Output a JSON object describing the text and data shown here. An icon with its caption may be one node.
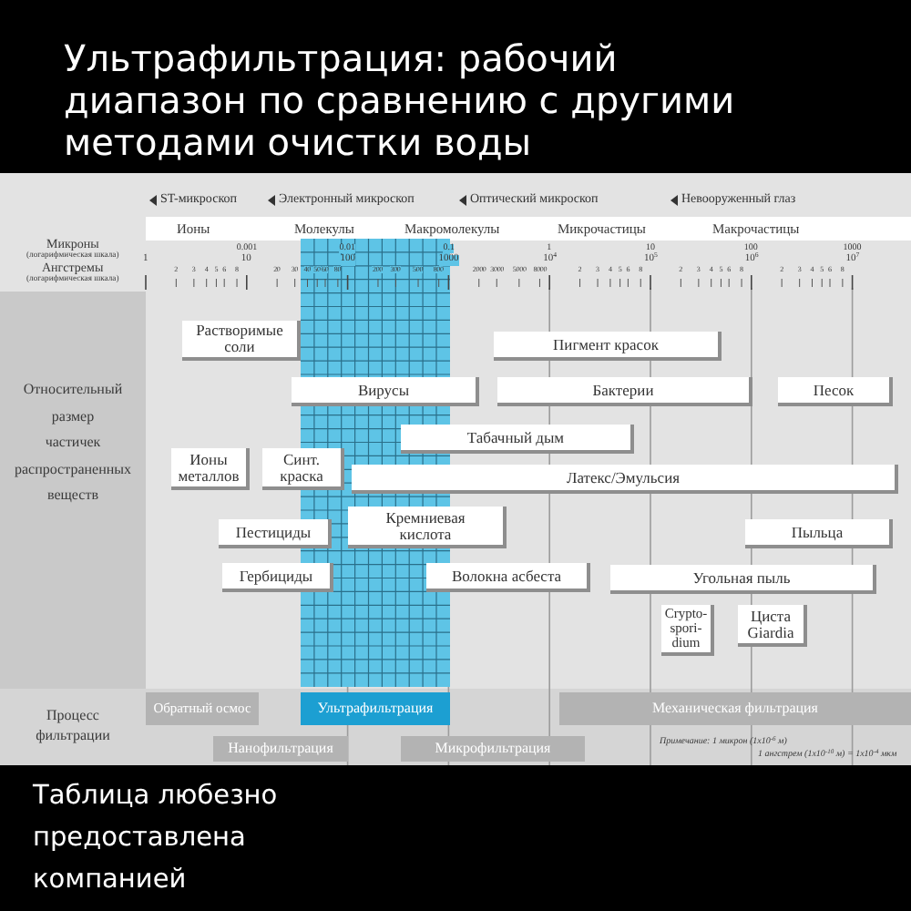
{
  "diagram": {
    "title": "Ультрафильтрация: рабочий диапазон по сравнению с другими методами очистки воды",
    "nodes": [
      {
        "text": [
          "Растворимые соли"
        ]
      },
      {
        "text": [
          "Пигмент красок"
        ]
      },
      {
        "text": [
          "Вирусы"
        ]
      },
      {
        "text": [
          "Бактерии"
        ]
      },
      {
        "text": [
          "Песок"
        ]
      },
      {
        "text": [
          "Табачный дым"
        ]
      },
      {
        "text": [
          "Ионы металлов"
        ]
      },
      {
        "text": [
          "Синт. краска"
        ]
      },
      {
        "text": [
          "Латекс/Эмульсия"
        ]
      },
      {
        "text": [
          "Пестициды"
        ]
      },
      {
        "text": [
          "Кремниевая кислота"
        ]
      },
      {
        "text": [
          "Пыльца"
        ]
      },
      {
        "text": [
          "Гербициды"
        ]
      },
      {
        "text": [
          "Волокна асбеста"
        ]
      },
      {
        "text": [
          "Угольная пыль"
        ]
      },
      {
        "text": [
          "Crypto- spori- dium"
        ]
      },
      {
        "text": [
          "Циста Giardia"
        ]
      },
      {
        "text": [
          "Обратный осмос"
        ]
      },
      {
        "text": [
          "Ультрафильтрация"
        ]
      },
      {
        "text": [
          "Механическая фильтрация"
        ]
      },
      {
        "text": [
          "Нанофильтрация"
        ]
      },
      {
        "text": [
          "Микрофильтрация"
        ]
      }
    ],
    "labels": [
      "ST-микроскоп",
      "Электронный микроскоп",
      "Оптический микроскоп",
      "Невооруженный глаз",
      "Ионы",
      "Молекулы",
      "Макромолекулы",
      "Микрочастицы",
      "Макрочастицы",
      "Микроны",
      "(логарифмическая шкала)",
      "0.001",
      "0.01",
      "0.1",
      "1",
      "10",
      "100",
      "1000",
      "Ангстремы",
      "(логарифмическая шкала)",
      "1",
      "2",
      "3",
      "4",
      "5",
      "6",
      "8",
      "10",
      "20",
      "30",
      "40",
      "50",
      "60",
      "80",
      "100",
      "200",
      "300",
      "500",
      "800",
      "1000",
      "2000",
      "3000",
      "5000",
      "8000",
      "10$^{4}$",
      "2",
      "3",
      "4",
      "5",
      "6",
      "8",
      "10$^{5}$",
      "2",
      "3",
      "4",
      "5",
      "6",
      "8",
      "10$^{6}$",
      "2",
      "3",
      "4",
      "5",
      "6",
      "8",
      "10$^{7}$",
      "Относительный размер частичек распространенных веществ",
      "Процесс фильтрации",
      "Примечание: 1 микрон (1x10$^{-6}$ м)",
      "1 ангстрем (1x10$^{-10}$ м) = 1x10$^{-4}$ мкм",
      "Таблица любезно предоставлена компанией"
    ]
  }
}
